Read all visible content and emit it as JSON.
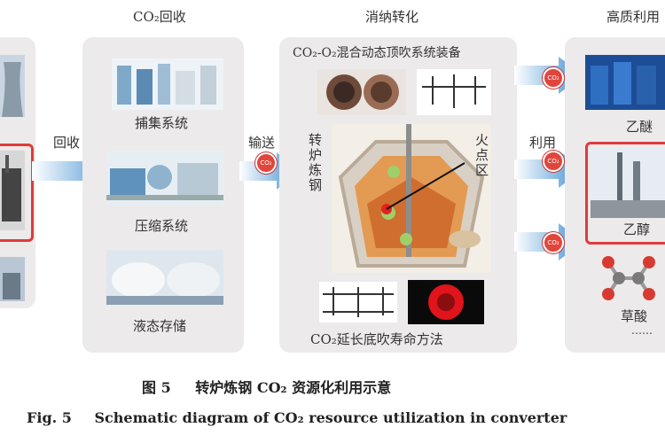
{
  "colors": {
    "panel": "#eceaea",
    "accent_red": "#e03b3b",
    "arrow_blue": "#3f8fd0"
  },
  "stages": {
    "capture": "CO₂回收",
    "convert": "消纳转化",
    "utilize": "高质利用"
  },
  "left_labels": {
    "recover": "回收",
    "transport": "输送",
    "use": "利用"
  },
  "capture_items": [
    "捕集系统",
    "压缩系统",
    "液态存储"
  ],
  "convert": {
    "equipment_title": "CO₂-O₂混合动态顶吹系统装备",
    "furnace_label": "转炉炼钢",
    "fire_zone": "火点区",
    "bottom_title": "CO₂延长底吹寿命方法"
  },
  "utilize_items": [
    "乙醚",
    "乙醇",
    "草酸",
    "……"
  ],
  "co2_badge": "CO₂",
  "caption": {
    "cn_num": "图 5",
    "cn_text": "转炉炼钢 CO₂ 资源化利用示意",
    "en_num": "Fig. 5",
    "en_text": "Schematic diagram of CO₂ resource utilization in converter"
  }
}
